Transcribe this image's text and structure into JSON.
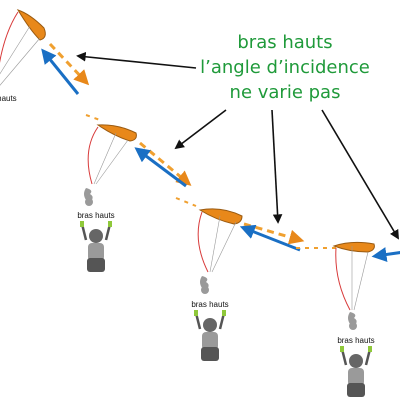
{
  "caption": {
    "lines": [
      "bras hauts",
      "l’angle d’incidence",
      "ne varie pas"
    ],
    "color": "#1f9a3a"
  },
  "pilot_labels": [
    "bras hauts",
    "bras hauts",
    "bras hauts",
    "bras hauts"
  ],
  "colors": {
    "wing": "#e8881a",
    "glide_path": "#f0a030",
    "relative_wind": "#1a6fc4",
    "pointer": "#111111",
    "line_red": "#d83a3a",
    "line_gray": "#9a9a9a",
    "pilot": "#555555",
    "handle": "#8fc83a"
  },
  "icons": {
    "wing": "paraglider-wing-icon",
    "pilot": "pilot-icon",
    "wind": "relative-wind-arrow-icon",
    "path": "glide-path-arrow-icon"
  }
}
